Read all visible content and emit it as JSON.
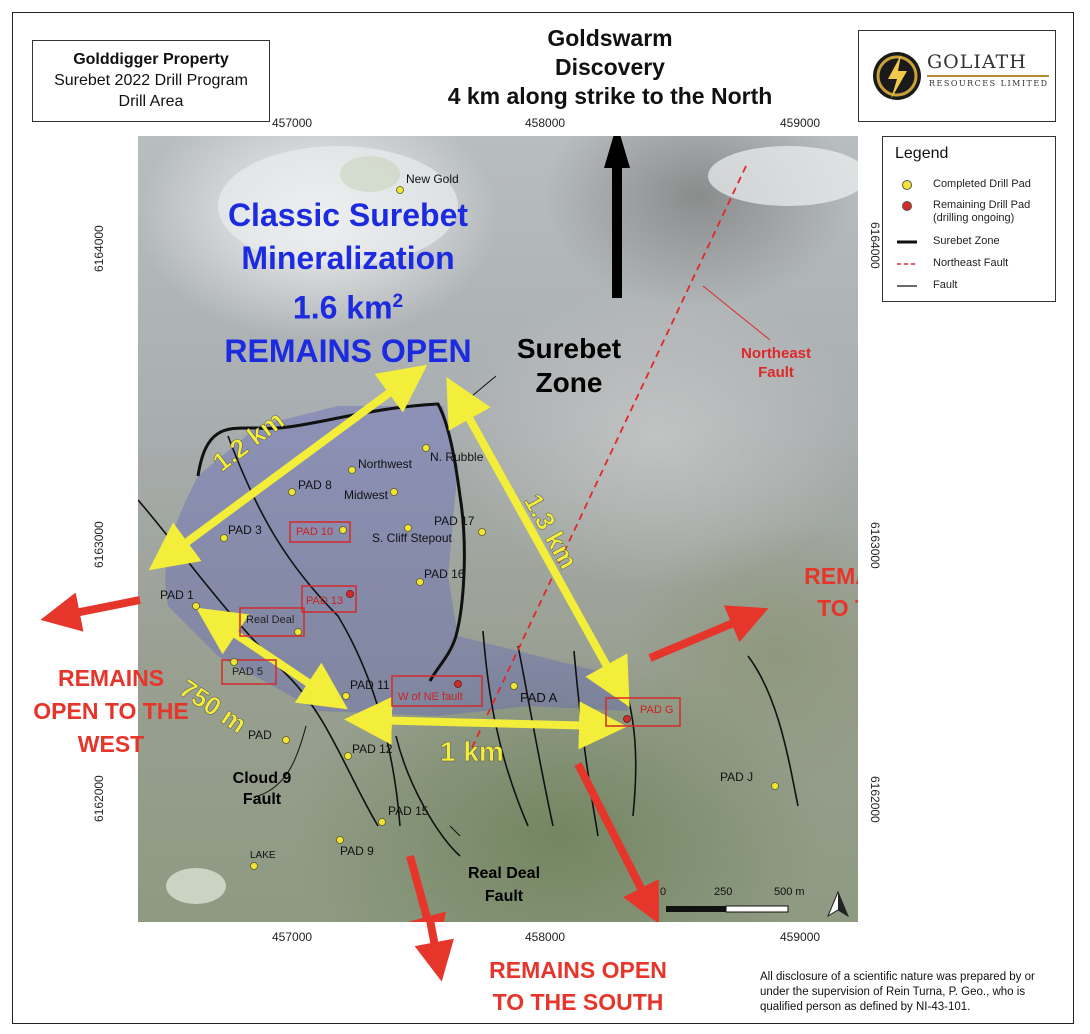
{
  "title": {
    "property": "Golddigger Property",
    "program": "Surebet 2022 Drill Program",
    "area": "Drill Area"
  },
  "discovery": {
    "line1": "Goldswarm",
    "line2": "Discovery",
    "line3": "4 km along strike to the North"
  },
  "logo": {
    "name": "GOLIATH",
    "subtitle": "RESOURCES LIMITED",
    "icon": "goliath-lightning-logo"
  },
  "axes": {
    "x_ticks": [
      "457000",
      "458000",
      "459000"
    ],
    "y_ticks": [
      "6164000",
      "6163000",
      "6162000"
    ]
  },
  "legend": {
    "title": "Legend",
    "items": [
      {
        "label": "Completed Drill Pad",
        "color": "#f2e533"
      },
      {
        "label": "Remaining Drill Pad",
        "label2": "(drilling ongoing)",
        "color": "#d42a2a"
      },
      {
        "label": "Surebet Zone",
        "color": "#111111"
      },
      {
        "label": "Northeast Fault",
        "color": "#e0282a"
      },
      {
        "label": "Fault",
        "color": "#111111"
      }
    ]
  },
  "annotations": {
    "mineralization": [
      "Classic Surebet",
      "Mineralization",
      "1.6 km",
      "REMAINS OPEN"
    ],
    "mineralization_sup": "2",
    "surebet_zone": [
      "Surebet",
      "Zone"
    ],
    "northeast_fault": [
      "Northeast",
      "Fault"
    ],
    "cloud9_fault": [
      "Cloud 9",
      "Fault"
    ],
    "real_deal_fault": [
      "Real Deal",
      "Fault"
    ],
    "open_east": [
      "REMAINS OPEN",
      "TO THE EAST"
    ],
    "open_west": [
      "REMAINS",
      "OPEN TO THE",
      "WEST"
    ],
    "open_south": [
      "REMAINS OPEN",
      "TO THE SOUTH"
    ],
    "dist_12": "1.2 km",
    "dist_13": "1.3 km",
    "dist_750": "750 m",
    "dist_1": "1 km"
  },
  "pads_completed": [
    "New Gold",
    "N. Rubble",
    "Northwest",
    "PAD 8",
    "Midwest",
    "PAD 17",
    "PAD 3",
    "S. Cliff Stepout",
    "PAD 16",
    "PAD 1",
    "PAD 11",
    "PAD A",
    "PAD",
    "PAD 12",
    "PAD 15",
    "PAD 9",
    "LAKE",
    "PAD J"
  ],
  "pads_remaining": [
    "PAD 10",
    "PAD 13",
    "Real Deal",
    "PAD 5",
    "W of NE fault",
    "PAD G"
  ],
  "scale_bar": {
    "labels": [
      "0",
      "250",
      "500 m"
    ]
  },
  "north_arrow_icon": "north-arrow-icon",
  "disclaimer": "All disclosure of a scientific nature was prepared by or under the supervision of Rein Turna, P. Geo., who is qualified person as defined by NI-43-101."
}
